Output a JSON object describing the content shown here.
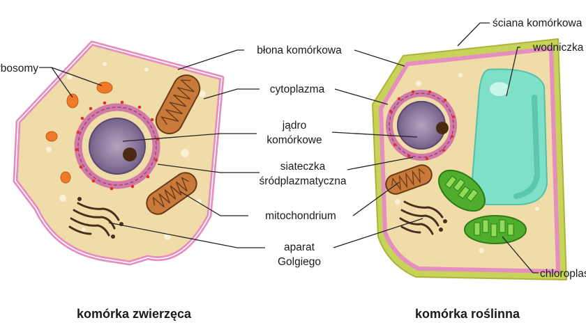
{
  "labels": {
    "ribosomes": "rybosomy",
    "membrane": "błona komórkowa",
    "cytoplasm": "cytoplazma",
    "nucleus_line1": "jądro",
    "nucleus_line2": "komórkowe",
    "er_line1": "siateczka",
    "er_line2": "śródplazmatyczna",
    "mitochondrion": "mitochondrium",
    "golgi_line1": "aparat",
    "golgi_line2": "Golgiego",
    "cell_wall": "ściana komórkowa",
    "vacuole": "wodniczka",
    "chloroplast": "chloroplast"
  },
  "captions": {
    "animal": "komórka zwierzęca",
    "plant": "komórka roślinna"
  },
  "colors": {
    "cytoplasm": "#efdca7",
    "membrane": "#e58fc0",
    "cell_wall": "#c8d35a",
    "nucleus": "#8e7ba0",
    "nucleolus": "#4a2a12",
    "ribosome": "#ef7a2a",
    "mitochondrion": "#c87a3a",
    "vacuole": "#7fe0c8",
    "chloroplast": "#4fae2e",
    "golgi": "#4a2e1a",
    "er_dots": "#e03030"
  }
}
